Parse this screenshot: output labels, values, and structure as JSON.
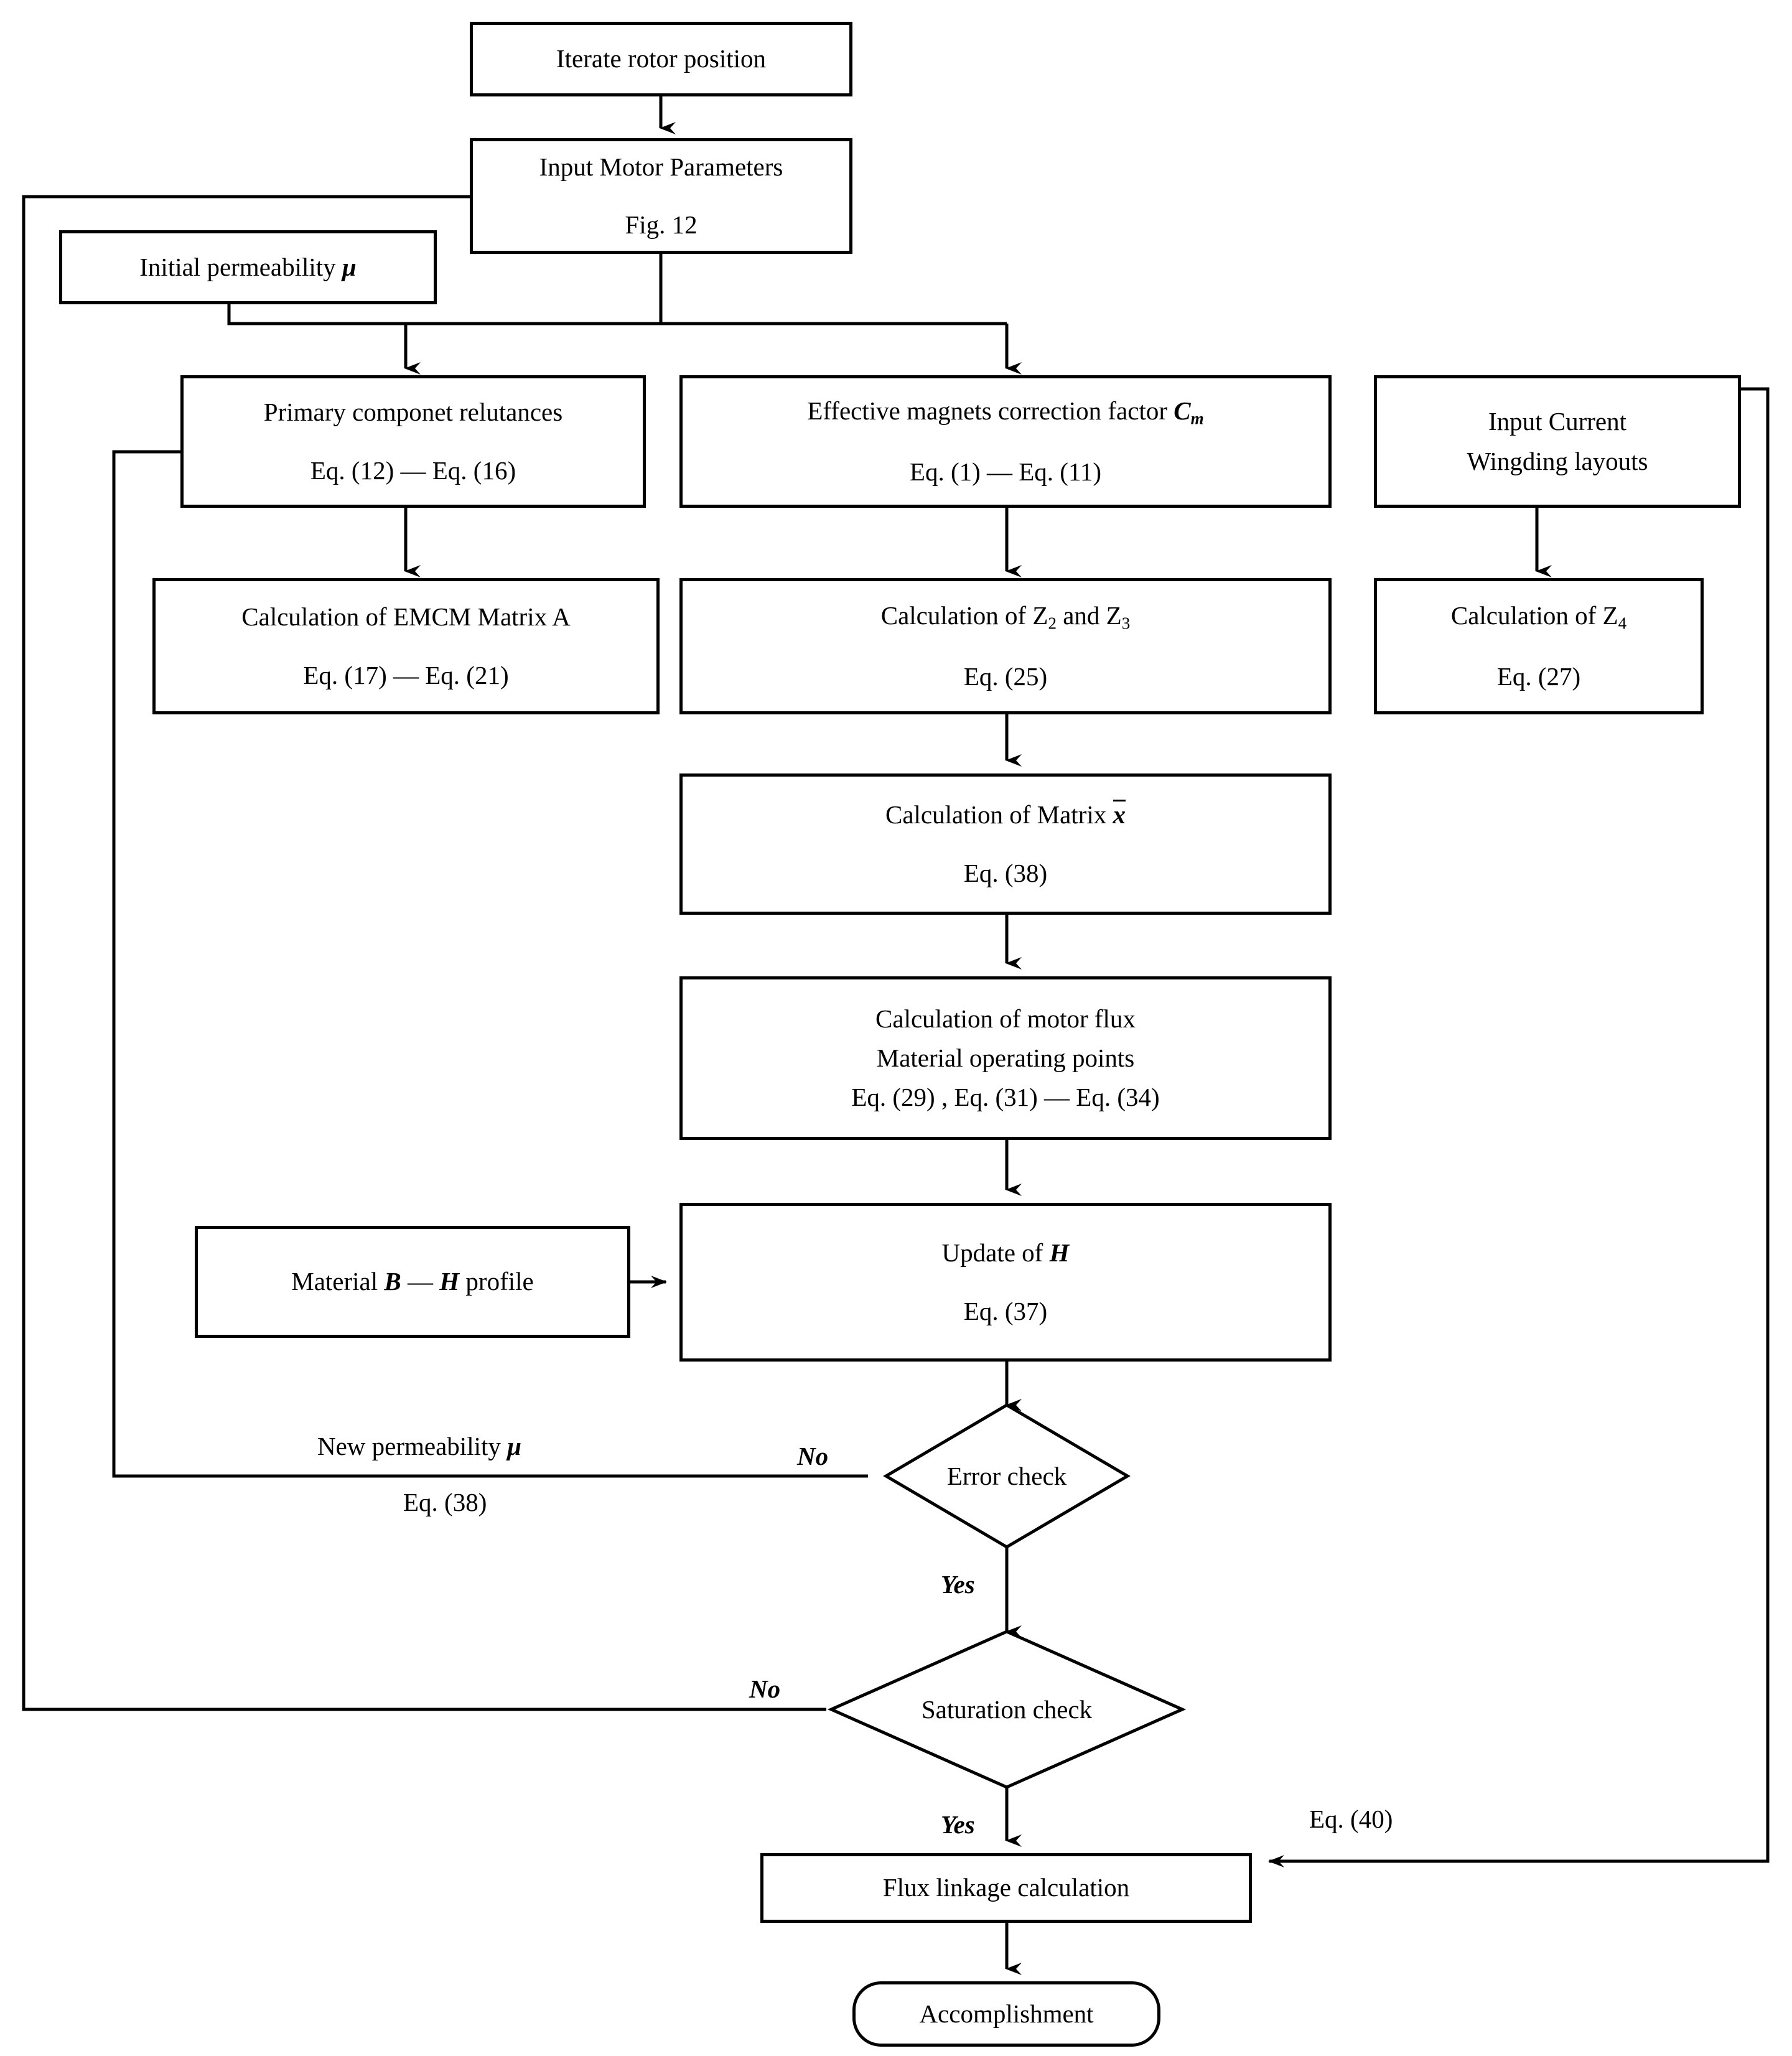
{
  "diagram": {
    "type": "flowchart",
    "title": "EMCM motor analysis iterative solution flowchart",
    "nodes": {
      "iterate_rotor": {
        "line1": "Iterate rotor position"
      },
      "input_motor": {
        "line1": "Input Motor Parameters",
        "line2": "Fig. 12"
      },
      "initial_perm": {
        "line1": "Initial permeability ",
        "var": "μ"
      },
      "primary_reluctances": {
        "line1": "Primary componet relutances",
        "line2": "Eq. (12) — Eq. (16)"
      },
      "emcm_matrix_a": {
        "line1": "Calculation of EMCM Matrix A",
        "line2": "Eq. (17) — Eq. (21)"
      },
      "magnet_correction": {
        "line1a": "Effective magnets correction factor ",
        "line1b": "C",
        "line1sub": "m",
        "line2": "Eq. (1) — Eq. (11)"
      },
      "calc_z2_z3": {
        "line1a": "Calculation of Z",
        "sub1": "2",
        "line1b": " and Z",
        "sub2": "3",
        "line2": "Eq. (25)"
      },
      "calc_matrix_x": {
        "line1a": "Calculation of Matrix ",
        "line1b": "x",
        "line2": "Eq. (38)"
      },
      "motor_flux": {
        "line1": "Calculation of motor flux",
        "line2": "Material operating points",
        "line3": "Eq. (29) ,  Eq. (31) — Eq. (34)"
      },
      "update_h": {
        "line1a": "Update of ",
        "line1b": "H",
        "line2": "Eq. (37)"
      },
      "material_bh": {
        "pre": "Material ",
        "b": "B",
        "dash": " — ",
        "h": "H",
        "post": " profile"
      },
      "input_current": {
        "line1": "Input Current",
        "line2": "Wingding layouts"
      },
      "calc_z4": {
        "line1a": "Calculation of Z",
        "sub": "4",
        "line2": "Eq. (27)"
      },
      "error_check": {
        "label": "Error check"
      },
      "saturation_check": {
        "label": "Saturation check"
      },
      "flux_linkage": {
        "label": "Flux linkage calculation"
      },
      "accomplishment": {
        "label": "Accomplishment"
      }
    },
    "edge_labels": {
      "new_permeability": "New permeability ",
      "new_permeability_var": "μ",
      "new_permeability_eq": "Eq. (38)",
      "error_no": "No",
      "error_yes": "Yes",
      "saturation_no": "No",
      "saturation_yes": "Yes",
      "eq40": "Eq. (40)"
    },
    "colors": {
      "stroke": "#000000",
      "fill": "#ffffff",
      "text": "#000000"
    }
  }
}
